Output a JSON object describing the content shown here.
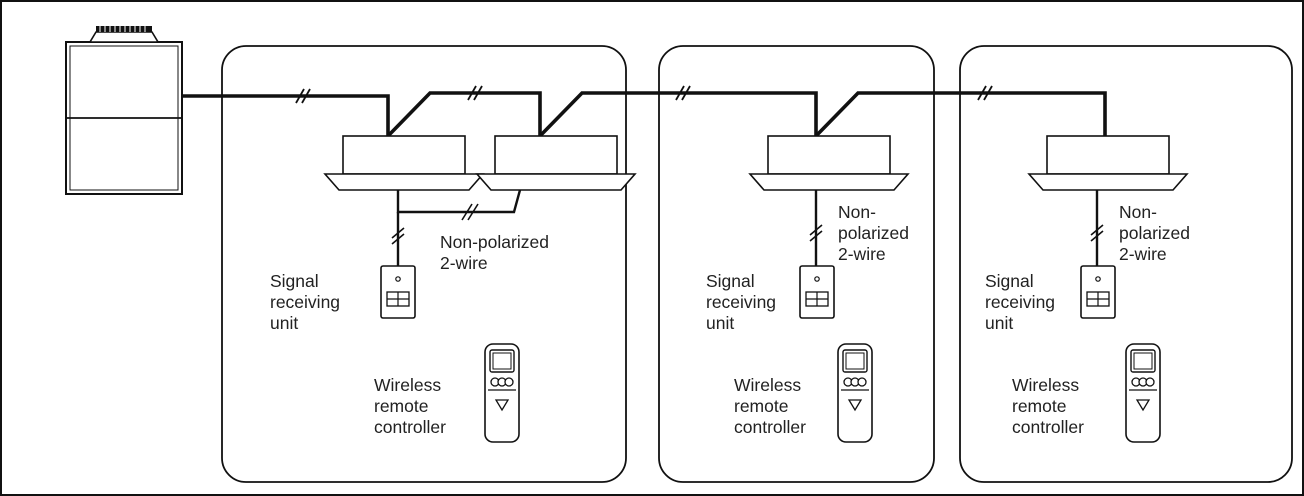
{
  "panels": [
    {
      "wire_label": [
        "Non-polarized",
        "2-wire"
      ],
      "receiver_label": [
        "Signal",
        "receiving",
        "unit"
      ],
      "remote_label": [
        "Wireless",
        "remote",
        "controller"
      ]
    },
    {
      "wire_label": [
        "Non-",
        "polarized",
        "2-wire"
      ],
      "receiver_label": [
        "Signal",
        "receiving",
        "unit"
      ],
      "remote_label": [
        "Wireless",
        "remote",
        "controller"
      ]
    },
    {
      "wire_label": [
        "Non-",
        "polarized",
        "2-wire"
      ],
      "receiver_label": [
        "Signal",
        "receiving",
        "unit"
      ],
      "remote_label": [
        "Wireless",
        "remote",
        "controller"
      ]
    }
  ]
}
